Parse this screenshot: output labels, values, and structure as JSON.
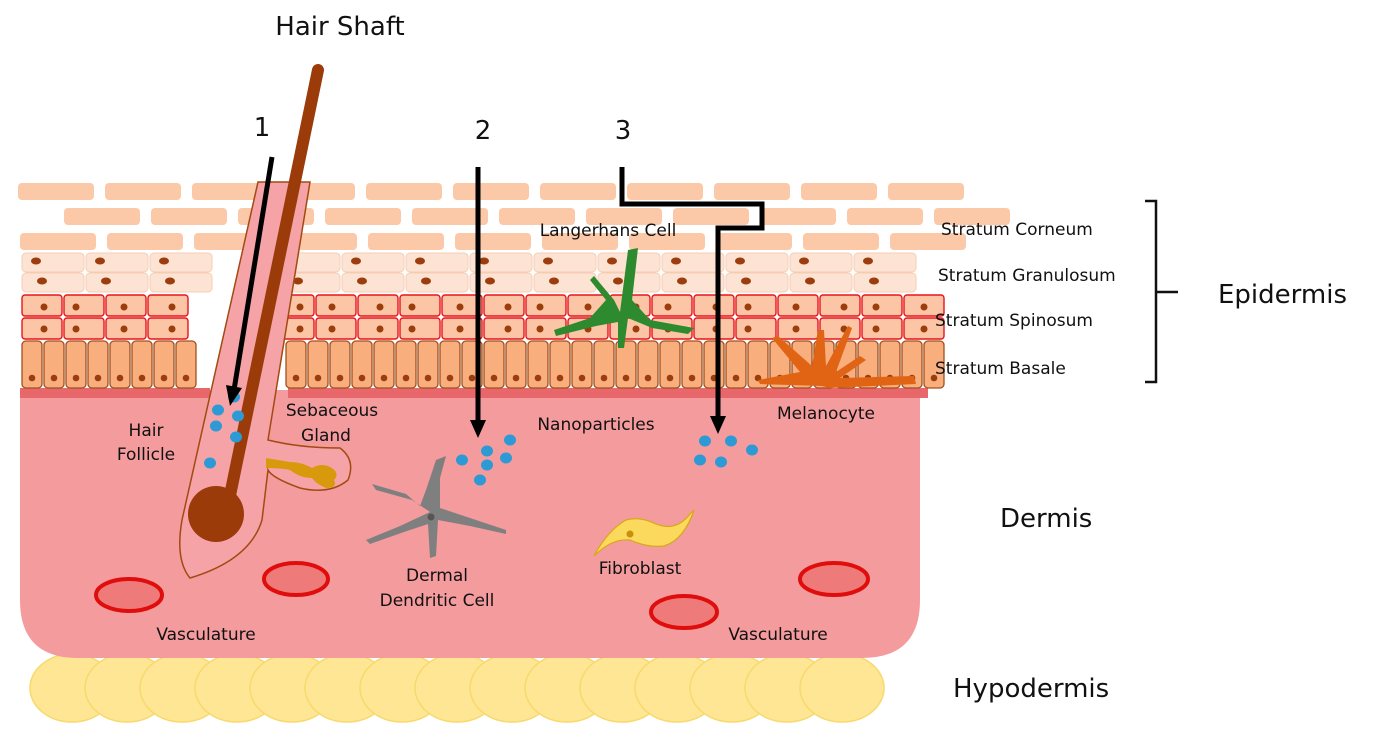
{
  "title": "Skin layers and nanoparticle penetration routes",
  "labels": {
    "hair_shaft": "Hair Shaft",
    "route_1": "1",
    "route_2": "2",
    "route_3": "3",
    "langerhans_cell": "Langerhans Cell",
    "hair_follicle_line1": "Hair",
    "hair_follicle_line2": "Follicle",
    "sebaceous_gland_line1": "Sebaceous",
    "sebaceous_gland_line2": "Gland",
    "nanoparticles": "Nanoparticles",
    "melanocyte": "Melanocyte",
    "dermal_dendritic_line1": "Dermal",
    "dermal_dendritic_line2": "Dendritic Cell",
    "fibroblast": "Fibroblast",
    "vasculature_left": "Vasculature",
    "vasculature_right": "Vasculature"
  },
  "layers": {
    "stratum_corneum": "Stratum Corneum",
    "stratum_granulosum": "Stratum Granulosum",
    "stratum_spinosum": "Stratum Spinosum",
    "stratum_basale": "Stratum Basale",
    "epidermis": "Epidermis",
    "dermis": "Dermis",
    "hypodermis": "Hypodermis"
  },
  "colors": {
    "corneum": "#fcc9a8",
    "granulosum": "#fde3d3",
    "spinosum_fill": "#fcc5a5",
    "spinosum_stroke": "#e8141c",
    "basale_fill": "#f9ae7e",
    "basale_stroke": "#a0501e",
    "nucleus": "#9b3d0c",
    "dermis": "#f49b9e",
    "basement": "#e8676b",
    "hypodermis": "#fee695",
    "hypodermis_stroke": "#f7d96c",
    "hair": "#9b3b0a",
    "nanoparticle": "#2d9ad6",
    "langerhans": "#2e8a2e",
    "melanocyte": "#e06414",
    "dendritic": "#7f7f7f",
    "sebaceous": "#d89a0c",
    "fibroblast": "#fbd95d",
    "vessel_stroke": "#e00d0d",
    "vessel_fill": "#ef7a7a",
    "arrow": "#000000"
  }
}
